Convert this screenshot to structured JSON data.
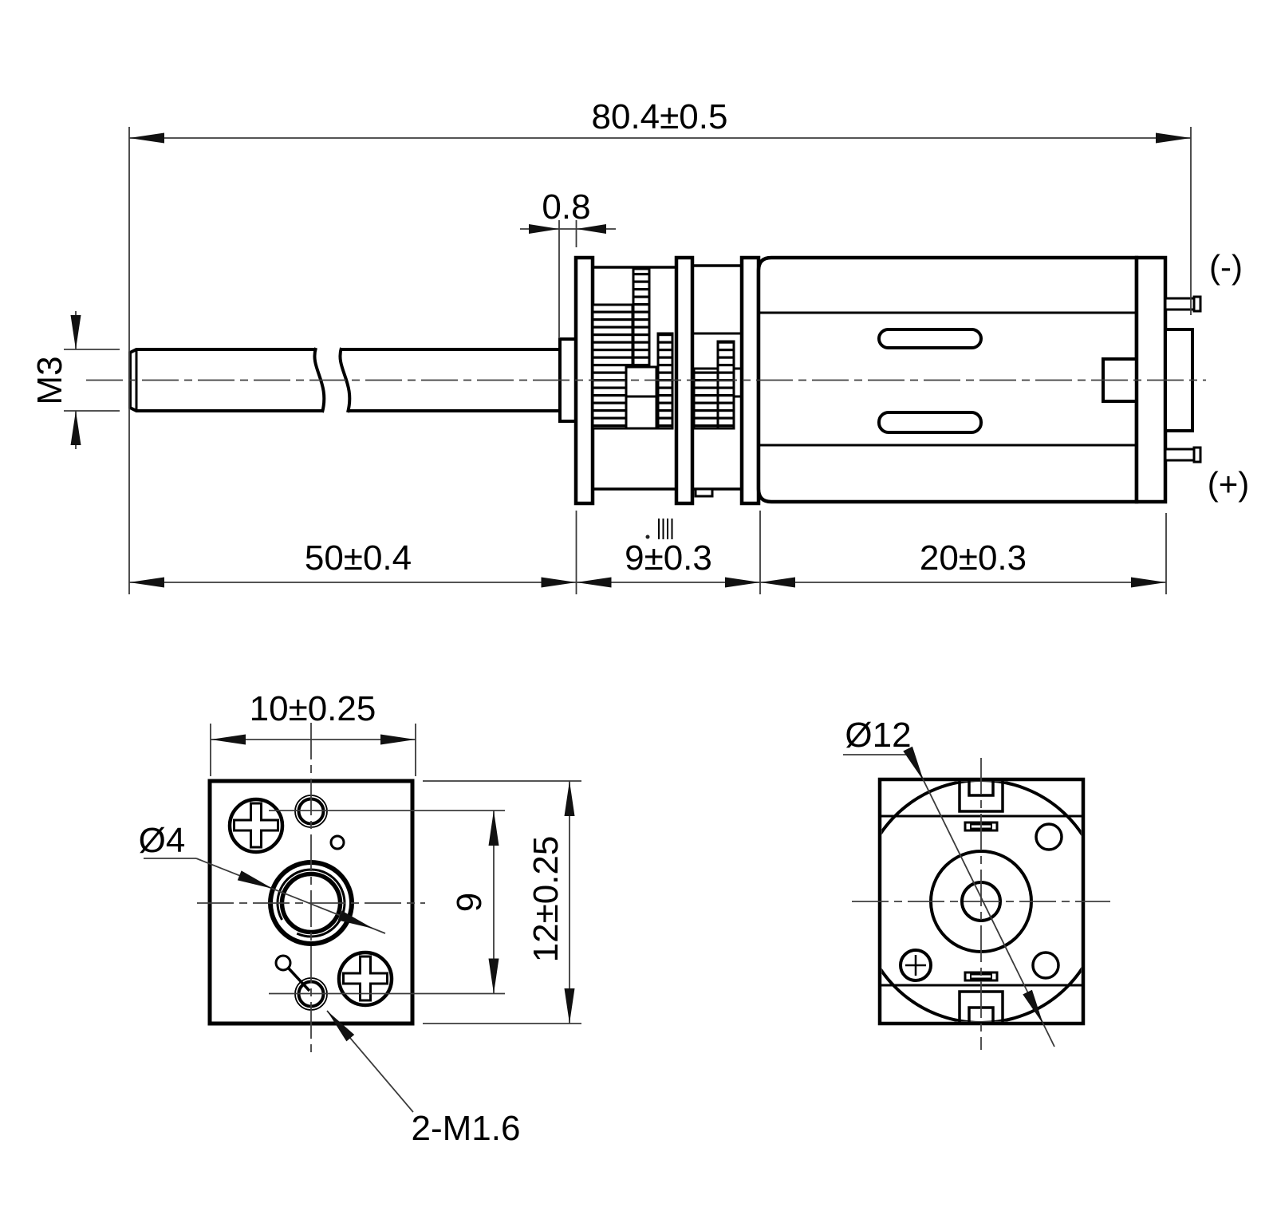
{
  "colors": {
    "line": "#000000",
    "dimension_line": "#3b3b3b",
    "background": "#ffffff"
  },
  "side_view": {
    "dim_overall_length": "80.4±0.5",
    "dim_pinion_face_offset": "0.8",
    "label_shaft_thread": "M3",
    "dim_shaft_length": "50±0.4",
    "dim_gearbox_length": "9±0.3",
    "dim_motor_length": "20±0.3",
    "label_terminal_negative": "(-)",
    "label_terminal_positive": "(+)"
  },
  "front_view": {
    "dim_width": "10±0.25",
    "label_output_boss_diameter": "Ø4",
    "dim_mounting_hole_spacing": "9",
    "dim_height": "12±0.25",
    "label_mounting_holes": "2-M1.6"
  },
  "rear_view": {
    "label_motor_diameter": "Ø12"
  }
}
